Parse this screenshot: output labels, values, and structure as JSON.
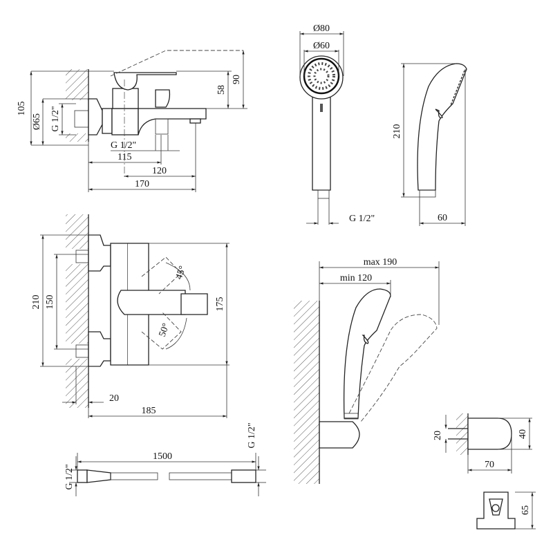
{
  "wall_mixer_side": {
    "height_105": "105",
    "diameter_65": "Ø65",
    "thread_in": "G 1/2\"",
    "height_58": "58",
    "height_90": "90",
    "thread_out": "G 1/2\"",
    "len_115": "115",
    "len_120": "120",
    "len_170": "170"
  },
  "hand_shower": {
    "diameter_80": "Ø80",
    "diameter_60": "Ø60",
    "height_210": "210",
    "thread": "G 1/2\"",
    "depth_60": "60"
  },
  "wall_mixer_front": {
    "height_210": "210",
    "spacing_150": "150",
    "height_175": "175",
    "angle_45": "45°",
    "angle_50": "50°",
    "offset_20": "20",
    "depth_185": "185"
  },
  "hose": {
    "length_1500": "1500",
    "thread_left": "G 1/2\"",
    "thread_right": "G 1/2\""
  },
  "holder": {
    "max_190": "max 190",
    "min_120": "min 120"
  },
  "bracket": {
    "dim_20": "20",
    "dim_40": "40",
    "dim_70": "70",
    "dim_65": "65"
  }
}
